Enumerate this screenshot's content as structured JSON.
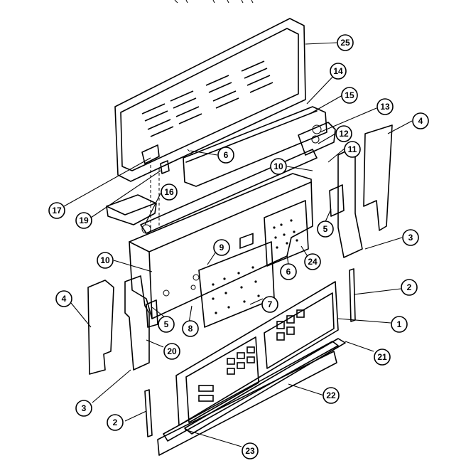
{
  "diagram": {
    "header_text": "",
    "callouts": [
      "25",
      "14",
      "15",
      "13",
      "4",
      "12",
      "11",
      "10",
      "6",
      "17",
      "19",
      "16",
      "9",
      "10",
      "6",
      "24",
      "5",
      "3",
      "4",
      "7",
      "5",
      "8",
      "20",
      "2",
      "1",
      "21",
      "3",
      "22",
      "2",
      "23"
    ]
  }
}
